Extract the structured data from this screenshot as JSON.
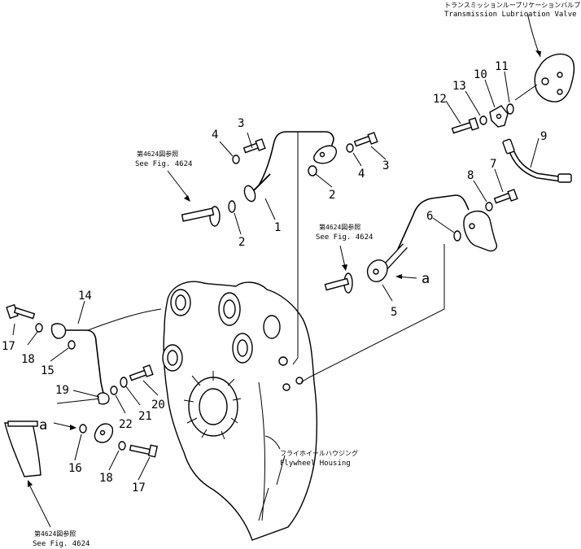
{
  "callouts": {
    "transmission_valve_jp": "トランスミッションループリケーションバルブ",
    "transmission_valve_en": "Transmission Lubrication Valve",
    "flywheel_jp": "フライホイールハウジング",
    "flywheel_en": "Flywheel Housing",
    "see_fig_jp": "第4624図参照",
    "see_fig_en": "See Fig. 4624"
  },
  "part_numbers": {
    "p1": "1",
    "p2a": "2",
    "p2b": "2",
    "p3a": "3",
    "p3b": "3",
    "p4a": "4",
    "p4b": "4",
    "p5": "5",
    "p6": "6",
    "p7": "7",
    "p8": "8",
    "p9": "9",
    "p10": "10",
    "p11": "11",
    "p12": "12",
    "p13": "13",
    "p14": "14",
    "p15": "15",
    "p16": "16",
    "p17a": "17",
    "p17b": "17",
    "p18a": "18",
    "p18b": "18",
    "p19": "19",
    "p20": "20",
    "p21": "21",
    "p22": "22",
    "a1": "a",
    "a2": "a"
  }
}
